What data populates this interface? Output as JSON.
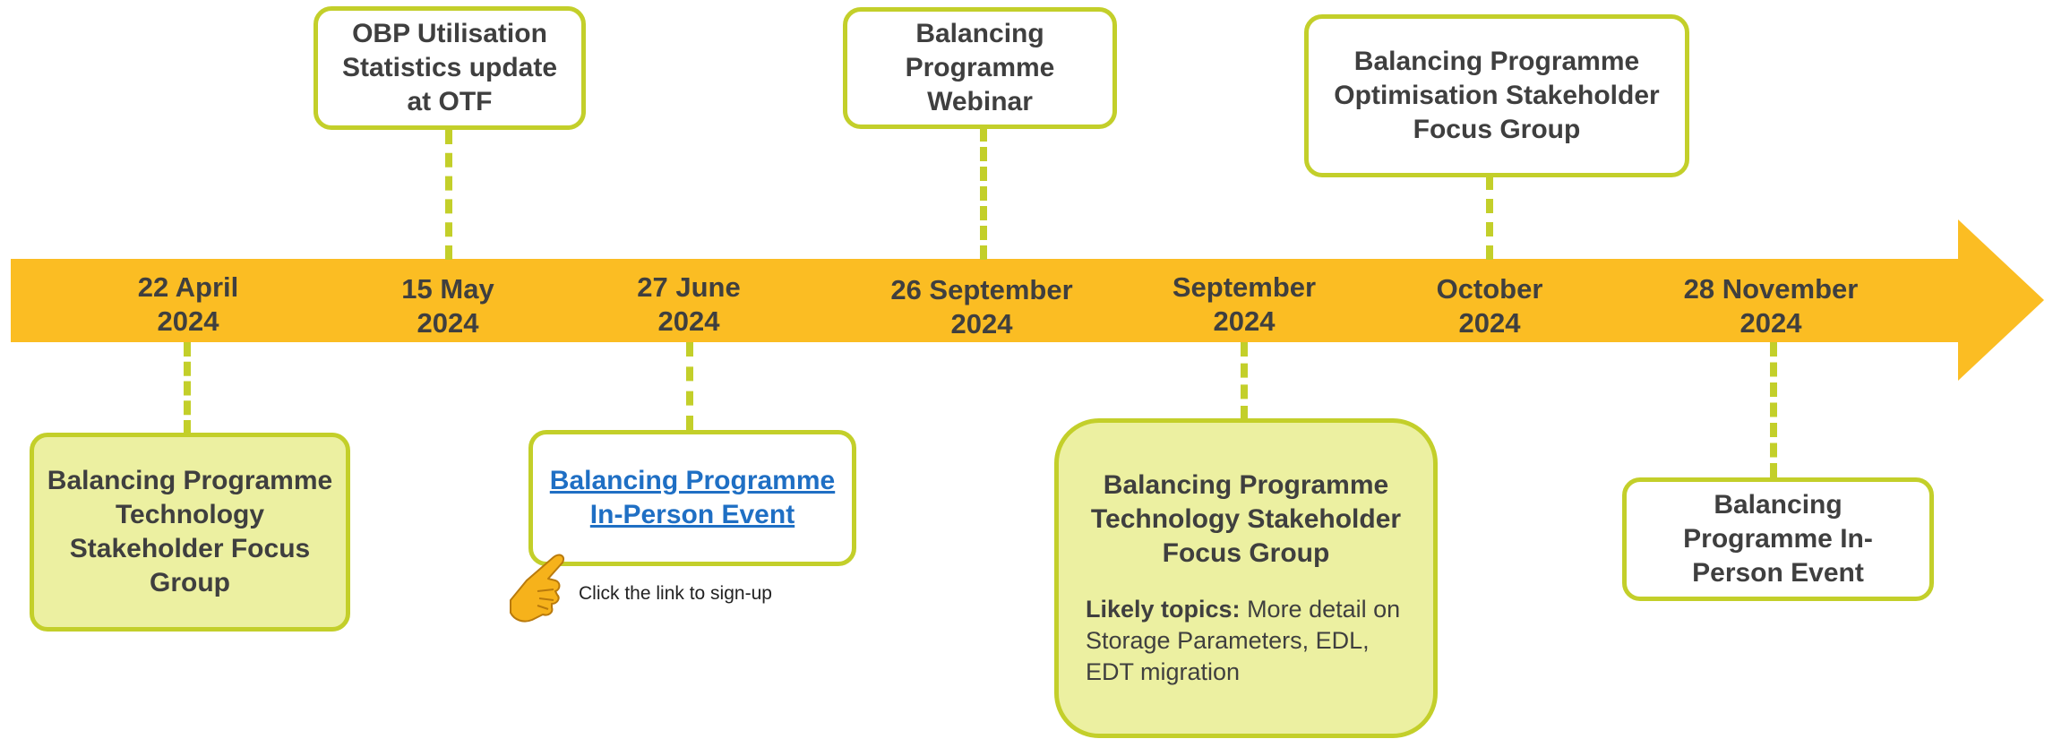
{
  "timeline": {
    "dates": [
      {
        "line1": "22 April",
        "line2": "2024"
      },
      {
        "line1": "15 May",
        "line2": "2024"
      },
      {
        "line1": "27 June",
        "line2": "2024"
      },
      {
        "line1": "26 September",
        "line2": "2024"
      },
      {
        "line1": "September",
        "line2": "2024"
      },
      {
        "line1": "October",
        "line2": "2024"
      },
      {
        "line1": "28 November",
        "line2": "2024"
      }
    ]
  },
  "events_above": [
    {
      "text": "OBP Utilisation Statistics update at OTF"
    },
    {
      "text": "Balancing Programme Webinar"
    },
    {
      "text": "Balancing Programme Optimisation Stakeholder Focus Group"
    }
  ],
  "events_below": [
    {
      "text": "Balancing Programme Technology Stakeholder Focus Group"
    },
    {
      "text": "Balancing Programme In-Person Event"
    },
    {
      "text": "Balancing Programme Technology Stakeholder Focus Group",
      "topics_label": "Likely topics:",
      "topics_text": "More detail on Storage Parameters, EDL, EDT migration"
    },
    {
      "text": "Balancing Programme In-Person Event"
    }
  ],
  "signup_hint": "Click the link to sign-up",
  "colors": {
    "arrow": "#fbbd23",
    "border": "#c3cf2a",
    "fill": "#ecf0a1",
    "link": "#1f6fc4",
    "hand": "#f6b21b"
  },
  "icons": {
    "pointer": "pointing-hand-icon"
  }
}
